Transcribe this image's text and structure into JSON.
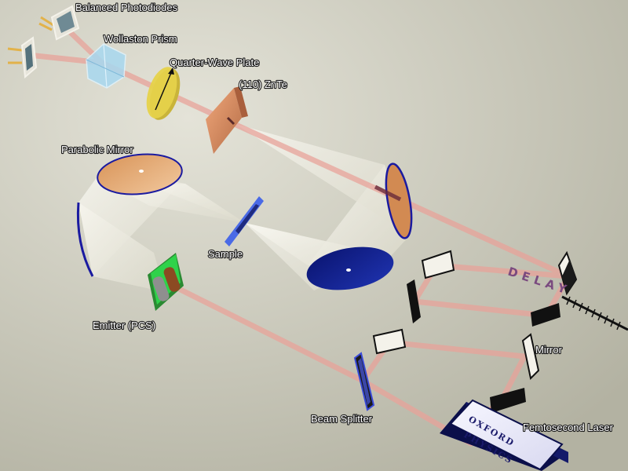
{
  "labels": {
    "balanced_photodiodes": "Balanced Photodiodes",
    "wollaston_prism": "Wollaston Prism",
    "quarter_wave_plate": "Quarter-Wave Plate",
    "znte_crystal": "(110) ZnTe",
    "parabolic_mirror": "Parabolic Mirror",
    "sample": "Sample",
    "emitter": "Emitter (PCS)",
    "mirror": "Mirror",
    "beam_splitter": "Beam Splitter",
    "femtosecond_laser": "Femtosecond Laser",
    "delay": "DELAY"
  },
  "laser_brand": {
    "line1": "OXFORD",
    "line2": "PHYSICS"
  },
  "colors": {
    "background": "#c9c8b8",
    "laser_beam": "#e8a39a",
    "thz_beam": "#f4f2ea",
    "mirror_rim": "#1a1aa0",
    "emitter_green": "#2fd24a",
    "quarter_wave_plate": "#e6d24a",
    "znte": "#e0946a",
    "prism": "#a8d8f0"
  }
}
